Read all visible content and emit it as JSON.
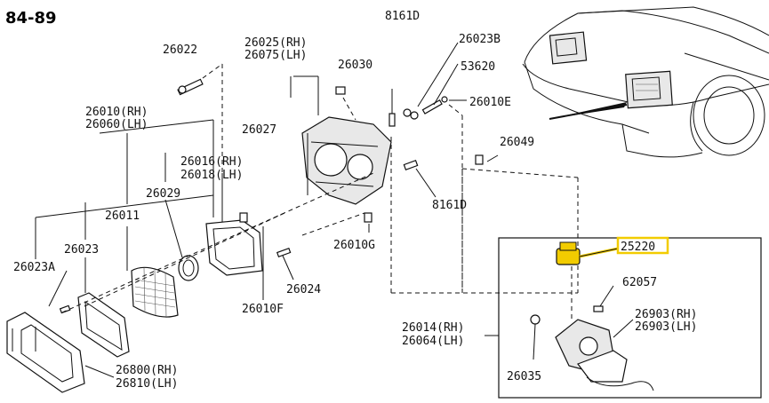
{
  "diagram": {
    "title": "84-89",
    "highlight_color": "#f2cc00",
    "labels": {
      "p26022": "26022",
      "p26025": "26025(RH)",
      "p26075": "26075(LH)",
      "p26030": "26030",
      "p8161d_top": "8161D",
      "p26023b": "26023B",
      "p53620": "53620",
      "p26010e": "26010E",
      "p26010": "26010(RH)",
      "p26060": "26060(LH)",
      "p26027": "26027",
      "p26016": "26016(RH)",
      "p26018": "26018(LH)",
      "p26049": "26049",
      "p26029": "26029",
      "p26011": "26011",
      "p8161d_mid": "8161D",
      "p26010g": "26010G",
      "p25220": "25220",
      "p26023": "26023",
      "p26023a": "26023A",
      "p26024": "26024",
      "p62057": "62057",
      "p26010f": "26010F",
      "p26014": "26014(RH)",
      "p26064": "26064(LH)",
      "p26903a": "26903(RH)",
      "p26903b": "26903(LH)",
      "p26035": "26035",
      "p26800": "26800(RH)",
      "p26810": "26810(LH)"
    }
  }
}
